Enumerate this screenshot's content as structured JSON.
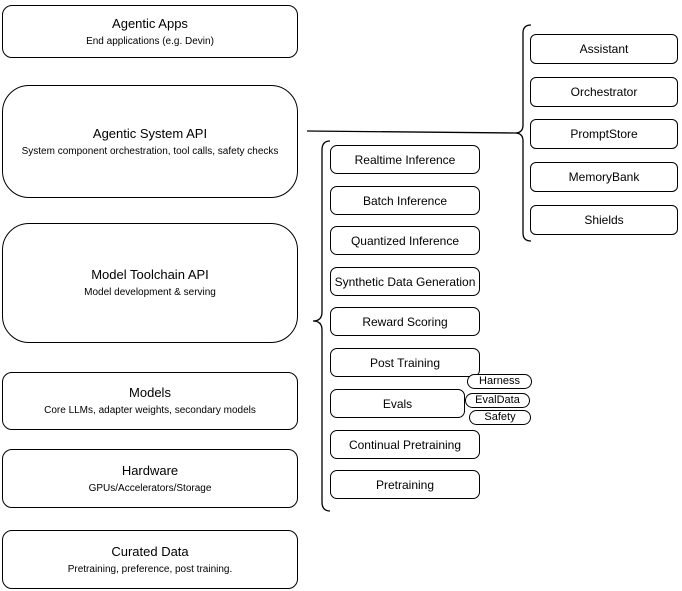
{
  "diagram": {
    "background_color": "#ffffff",
    "stroke_color": "#000000",
    "text_color": "#000000"
  },
  "left_stack": [
    {
      "title": "Agentic Apps",
      "subtitle": "End applications (e.g. Devin)"
    },
    {
      "title": "Agentic System API",
      "subtitle": "System component orchestration, tool calls, safety checks"
    },
    {
      "title": "Model Toolchain API",
      "subtitle": "Model development & serving"
    },
    {
      "title": "Models",
      "subtitle": "Core LLMs, adapter weights, secondary models"
    },
    {
      "title": "Hardware",
      "subtitle": "GPUs/Accelerators/Storage"
    },
    {
      "title": "Curated Data",
      "subtitle": "Pretraining, preference, post training."
    }
  ],
  "toolchain_group": {
    "items": [
      "Realtime Inference",
      "Batch Inference",
      "Quantized Inference",
      "Synthetic Data Generation",
      "Reward Scoring",
      "Post Training",
      "Evals",
      "Continual Pretraining",
      "Pretraining"
    ],
    "evals_tags": [
      "Harness",
      "EvalData",
      "Safety"
    ]
  },
  "system_group": {
    "items": [
      "Assistant",
      "Orchestrator",
      "PromptStore",
      "MemoryBank",
      "Shields"
    ]
  }
}
